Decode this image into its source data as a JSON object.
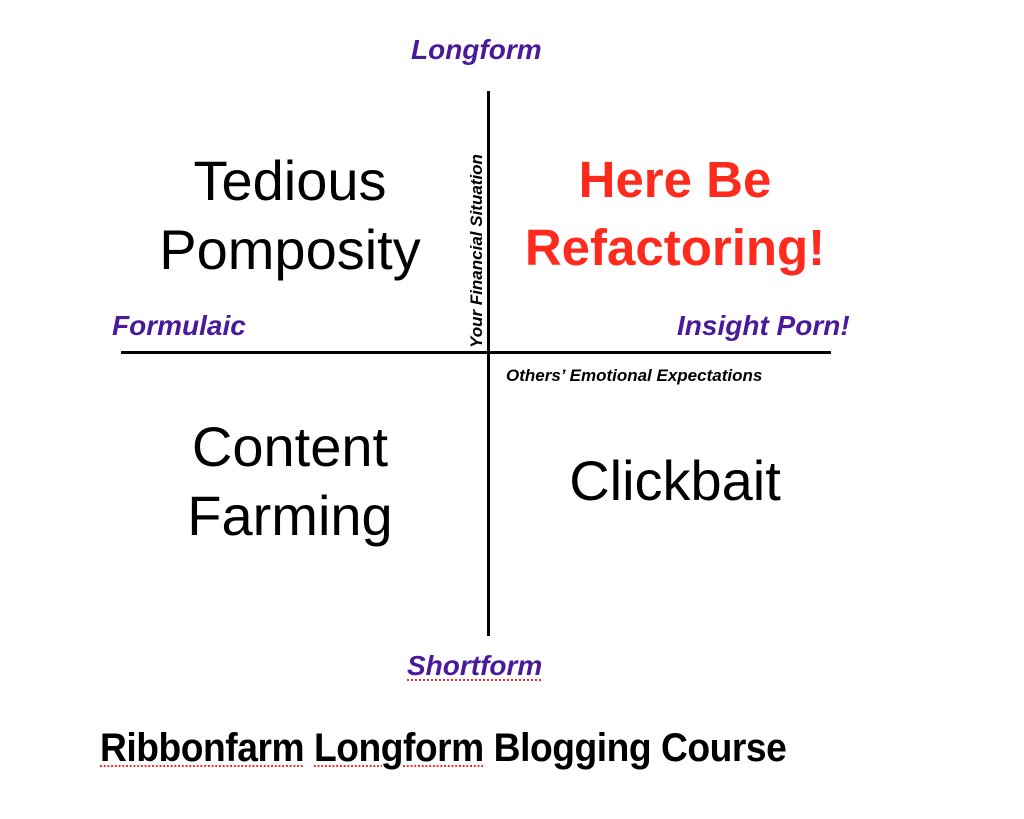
{
  "diagram": {
    "axes": {
      "top": "Longform",
      "bottom": "Shortform",
      "left": "Formulaic",
      "right": "Insight Porn!",
      "vertical_axis_title": "Your Financial Situation",
      "horizontal_axis_title": "Others’ Emotional Expectations"
    },
    "quadrants": {
      "top_left": {
        "line1": "Tedious",
        "line2": "Pomposity"
      },
      "top_right": {
        "line1": "Here Be",
        "line2": "Refactoring!"
      },
      "bottom_left": {
        "line1": "Content",
        "line2": "Farming"
      },
      "bottom_right": {
        "line1": "Clickbait"
      }
    },
    "title": {
      "word1": "Ribbonfarm",
      "word2": "Longform",
      "rest": "Blogging Course"
    },
    "colors": {
      "axis_label": "#4B1A9A",
      "highlight": "#FF2A1E",
      "text": "#000000",
      "spellcheck_underline": "#FF2020"
    }
  }
}
